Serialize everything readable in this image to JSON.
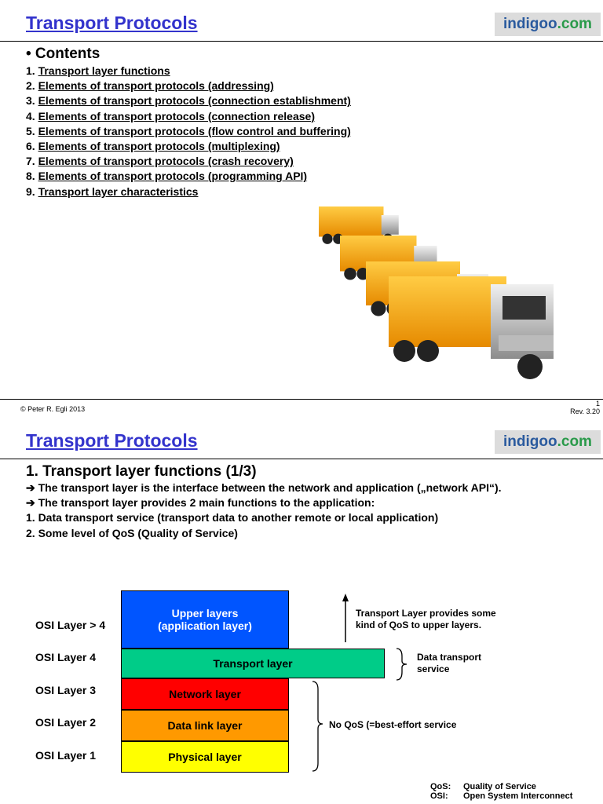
{
  "slide1": {
    "title": "Transport Protocols",
    "logo": {
      "part1": "indigoo",
      "part2": ".com"
    },
    "contents_heading": "• Contents",
    "toc": [
      {
        "num": "1. ",
        "label": "Transport layer functions"
      },
      {
        "num": "2. ",
        "label": "Elements of transport protocols (addressing)"
      },
      {
        "num": "3. ",
        "label": "Elements of transport protocols (connection establishment)"
      },
      {
        "num": "4. ",
        "label": "Elements of transport protocols (connection release)"
      },
      {
        "num": "5. ",
        "label": "Elements of transport protocols (flow control and buffering)"
      },
      {
        "num": "6. ",
        "label": "Elements of transport protocols (multiplexing)"
      },
      {
        "num": "7. ",
        "label": "Elements of transport protocols (crash recovery)"
      },
      {
        "num": "8. ",
        "label": "Elements of transport protocols (programming API)"
      },
      {
        "num": "9. ",
        "label": "Transport layer characteristics"
      }
    ],
    "footer_left": "© Peter R. Egli 2013",
    "page_number": "1",
    "revision": "Rev. 3.20"
  },
  "slide2": {
    "title": "Transport Protocols",
    "logo": {
      "part1": "indigoo",
      "part2": ".com"
    },
    "section_heading": "1. Transport layer functions (1/3)",
    "lines": [
      "➔ The transport layer is the interface between the network and application („network API“).",
      "➔ The transport layer provides 2 main functions to the application:",
      "1. Data transport service (transport data to another remote or local application)",
      "2. Some level of QoS (Quality of Service)"
    ],
    "osi_labels": [
      "OSI Layer > 4",
      "OSI Layer 4",
      "OSI Layer 3",
      "OSI Layer 2",
      "OSI Layer 1"
    ],
    "layers": {
      "upper": "Upper layers\n(application layer)",
      "transport": "Transport layer",
      "network": "Network layer",
      "datalink": "Data link layer",
      "physical": "Physical layer"
    },
    "notes": {
      "qos": "Transport Layer provides some\nkind of QoS to upper layers.",
      "data_transport": "Data transport\nservice",
      "no_qos": "No QoS (=best-effort service"
    },
    "glossary": [
      {
        "key": "QoS:",
        "value": "Quality of Service"
      },
      {
        "key": "OSI:",
        "value": "Open System Interconnect"
      }
    ],
    "colors": {
      "upper": "#0055ff",
      "transport": "#00cc88",
      "network": "#ff0000",
      "datalink": "#ff9900",
      "physical": "#ffff00",
      "title": "#3333cc"
    }
  }
}
